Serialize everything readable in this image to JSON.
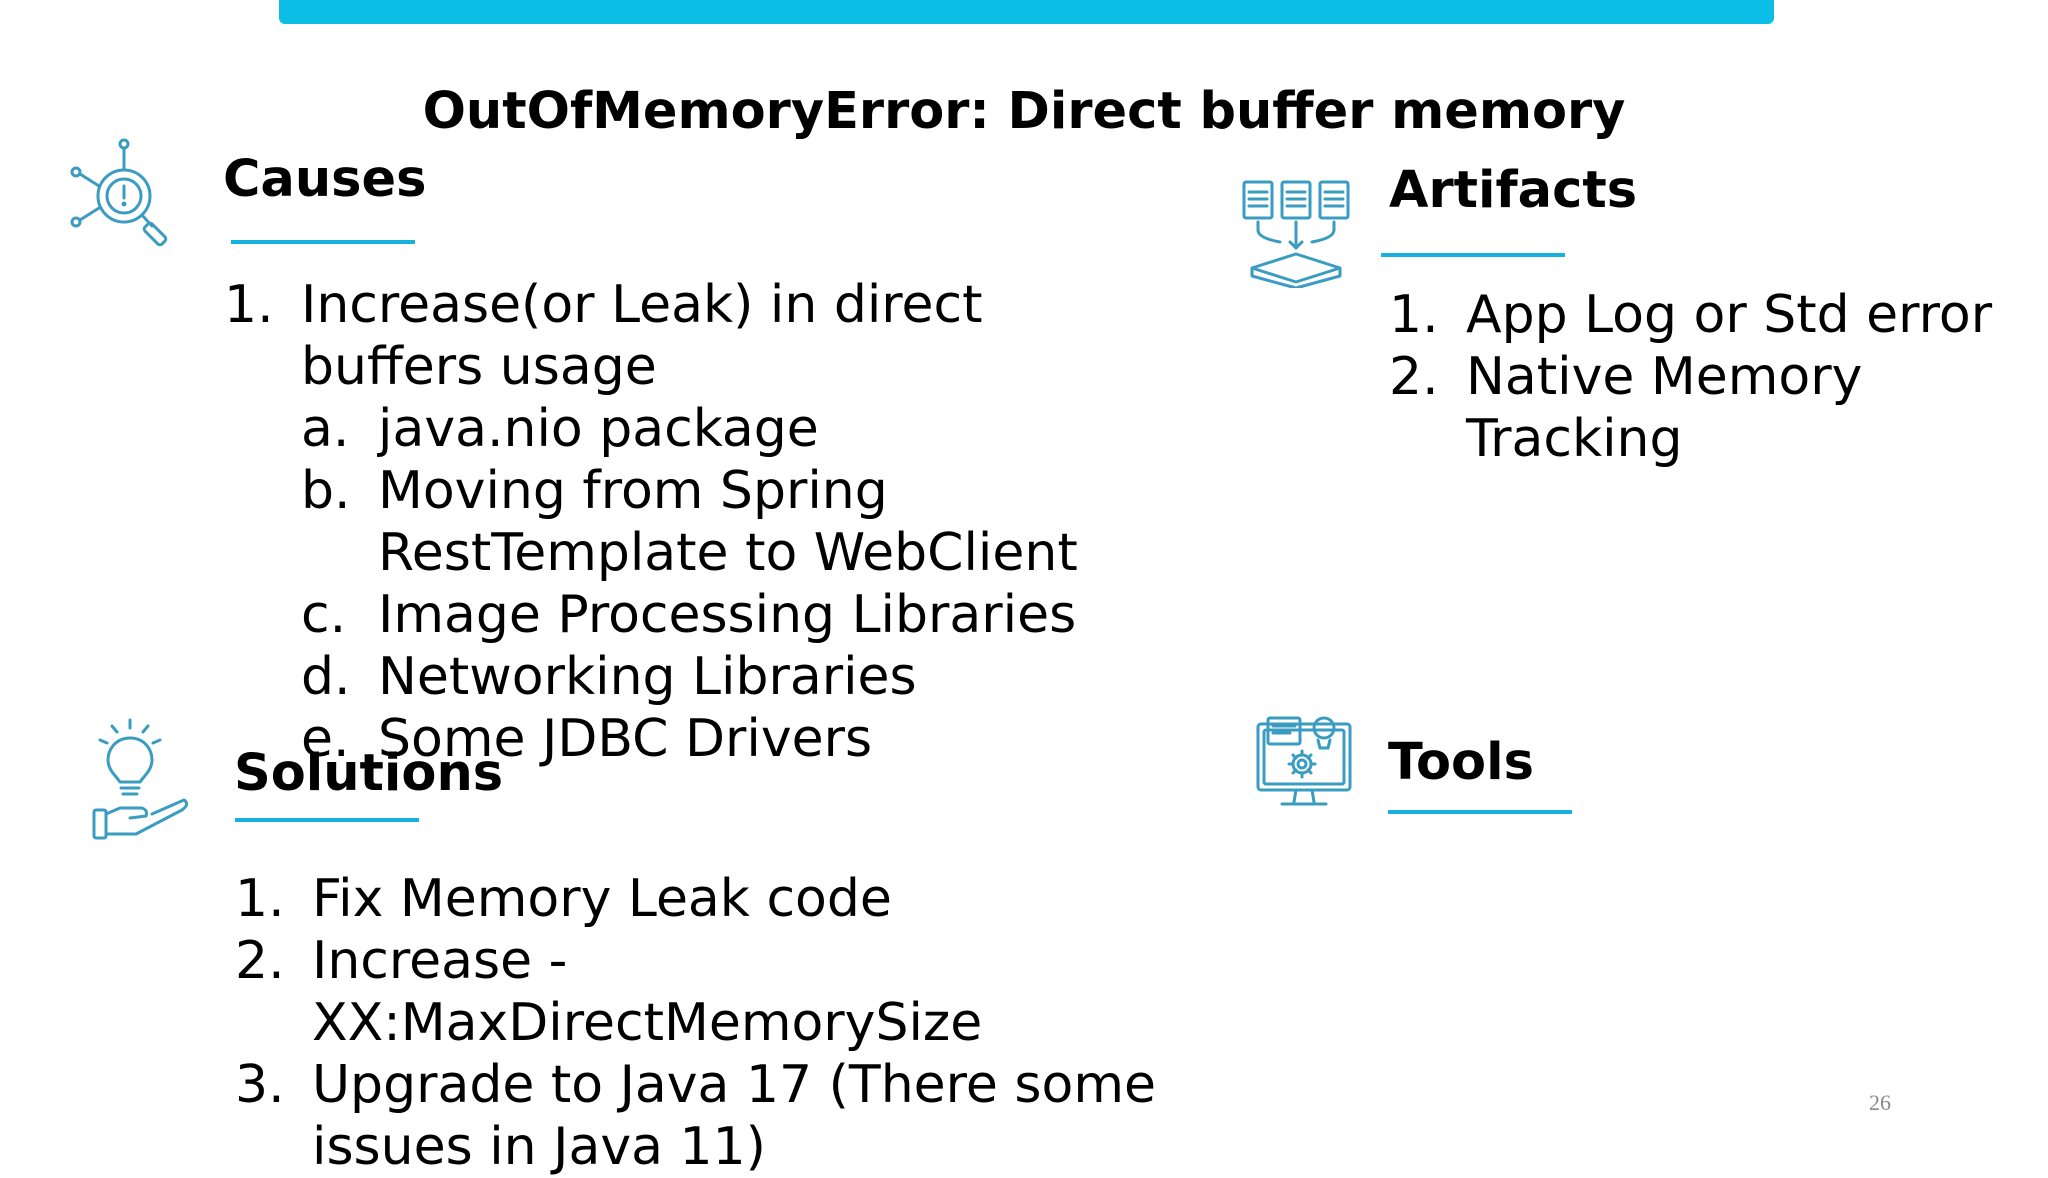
{
  "slide": {
    "title": "OutOfMemoryError: Direct buffer memory",
    "page_number": "26",
    "accent_color": "#0cbde6"
  },
  "causes": {
    "heading": "Causes",
    "icon": "magnifier-alert-icon",
    "items": [
      {
        "num": "1.",
        "lines": [
          "Increase(or Leak) in direct",
          "buffers usage"
        ],
        "sub": [
          {
            "num": "a.",
            "lines": [
              "java.nio package"
            ]
          },
          {
            "num": "b.",
            "lines": [
              "Moving from Spring",
              "RestTemplate to WebClient"
            ]
          },
          {
            "num": "c.",
            "lines": [
              "Image Processing Libraries"
            ]
          },
          {
            "num": "d.",
            "lines": [
              "Networking Libraries"
            ]
          },
          {
            "num": "e.",
            "lines": [
              "Some JDBC Drivers"
            ]
          }
        ]
      }
    ]
  },
  "artifacts": {
    "heading": "Artifacts",
    "icon": "documents-collect-icon",
    "items": [
      {
        "num": "1.",
        "lines": [
          "App Log or Std error"
        ]
      },
      {
        "num": "2.",
        "lines": [
          "Native Memory",
          "Tracking"
        ]
      }
    ]
  },
  "solutions": {
    "heading": "Solutions",
    "icon": "lightbulb-hand-icon",
    "items": [
      {
        "num": "1.",
        "lines": [
          "Fix Memory Leak code"
        ]
      },
      {
        "num": "2.",
        "lines": [
          "Increase -",
          "XX:MaxDirectMemorySize"
        ]
      },
      {
        "num": "3.",
        "lines": [
          "Upgrade to Java 17 (There some",
          "issues in Java 11)"
        ]
      }
    ]
  },
  "tools": {
    "heading": "Tools",
    "icon": "monitor-settings-icon"
  }
}
